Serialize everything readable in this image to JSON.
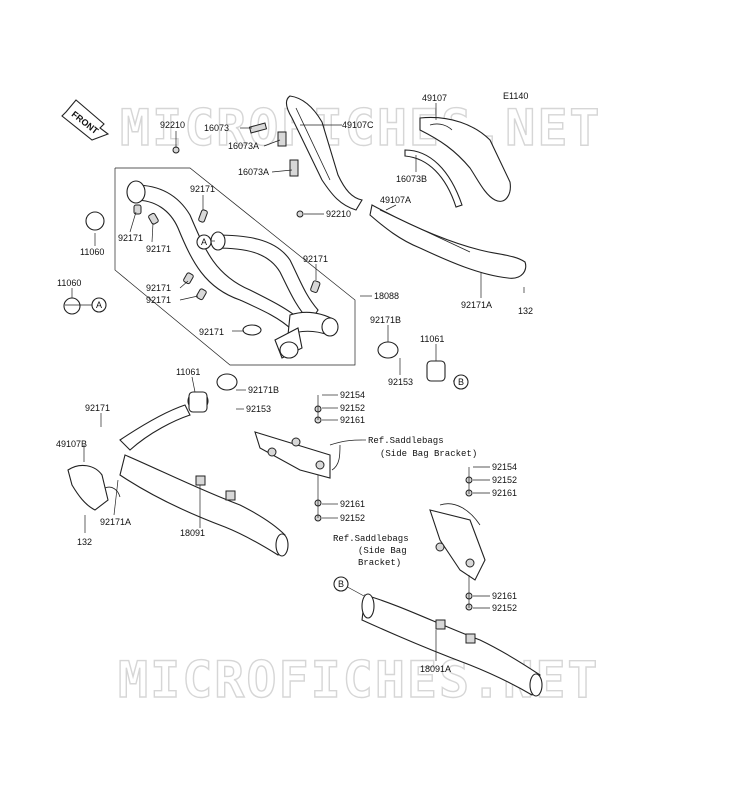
{
  "diagram_code": "E1140",
  "front_arrow": "FRONT",
  "watermark": "MICROFICHES.NET",
  "callouts": {
    "A": "A",
    "B": "B"
  },
  "ref_saddlebags_1": [
    "Ref.Saddlebags",
    "(Side Bag Bracket)"
  ],
  "ref_saddlebags_2": [
    "Ref.Saddlebags",
    "(Side Bag",
    "Bracket)"
  ],
  "parts": [
    {
      "id": "92210_top",
      "label": "92210"
    },
    {
      "id": "16073",
      "label": "16073"
    },
    {
      "id": "16073A_1",
      "label": "16073A"
    },
    {
      "id": "16073A_2",
      "label": "16073A"
    },
    {
      "id": "49107C",
      "label": "49107C"
    },
    {
      "id": "49107",
      "label": "49107"
    },
    {
      "id": "16073B",
      "label": "16073B"
    },
    {
      "id": "49107A",
      "label": "49107A"
    },
    {
      "id": "92171A_top",
      "label": "92171A"
    },
    {
      "id": "132_top",
      "label": "132"
    },
    {
      "id": "92171_a",
      "label": "92171"
    },
    {
      "id": "92171_b",
      "label": "92171"
    },
    {
      "id": "92171_c",
      "label": "92171"
    },
    {
      "id": "92171_d",
      "label": "92171"
    },
    {
      "id": "92171_e",
      "label": "92171"
    },
    {
      "id": "92171_f",
      "label": "92171"
    },
    {
      "id": "92171_g",
      "label": "92171"
    },
    {
      "id": "92210_mid",
      "label": "92210"
    },
    {
      "id": "11060_a",
      "label": "11060"
    },
    {
      "id": "11060_b",
      "label": "11060"
    },
    {
      "id": "18088",
      "label": "18088"
    },
    {
      "id": "92171B_a",
      "label": "92171B"
    },
    {
      "id": "92153_a",
      "label": "92153"
    },
    {
      "id": "11061_a",
      "label": "11061"
    },
    {
      "id": "11061_b",
      "label": "11061"
    },
    {
      "id": "92171B_b",
      "label": "92171B"
    },
    {
      "id": "92153_b",
      "label": "92153"
    },
    {
      "id": "92154_a",
      "label": "92154"
    },
    {
      "id": "92152_a",
      "label": "92152"
    },
    {
      "id": "92161_a",
      "label": "92161"
    },
    {
      "id": "92171_h",
      "label": "92171"
    },
    {
      "id": "49107B",
      "label": "49107B"
    },
    {
      "id": "92171A_low",
      "label": "92171A"
    },
    {
      "id": "132_low",
      "label": "132"
    },
    {
      "id": "18091",
      "label": "18091"
    },
    {
      "id": "92161_b",
      "label": "92161"
    },
    {
      "id": "92152_b",
      "label": "92152"
    },
    {
      "id": "92154_b",
      "label": "92154"
    },
    {
      "id": "92152_c",
      "label": "92152"
    },
    {
      "id": "92161_c",
      "label": "92161"
    },
    {
      "id": "92161_d",
      "label": "92161"
    },
    {
      "id": "92152_d",
      "label": "92152"
    },
    {
      "id": "18091A",
      "label": "18091A"
    }
  ]
}
